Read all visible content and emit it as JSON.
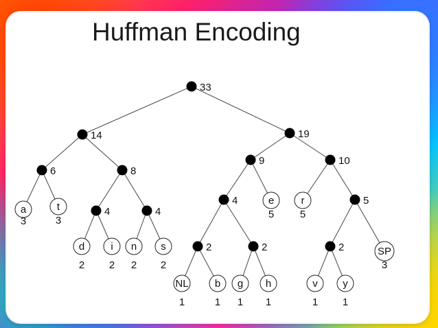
{
  "title": "Huffman Encoding",
  "tree": {
    "nodes": [
      {
        "id": "n33",
        "kind": "internal",
        "weight": "33"
      },
      {
        "id": "n14",
        "kind": "internal",
        "weight": "14"
      },
      {
        "id": "n19",
        "kind": "internal",
        "weight": "19"
      },
      {
        "id": "n6",
        "kind": "internal",
        "weight": "6"
      },
      {
        "id": "n8",
        "kind": "internal",
        "weight": "8"
      },
      {
        "id": "n9",
        "kind": "internal",
        "weight": "9"
      },
      {
        "id": "n10",
        "kind": "internal",
        "weight": "10"
      },
      {
        "id": "a",
        "kind": "leaf",
        "symbol": "a",
        "weight": "3"
      },
      {
        "id": "t",
        "kind": "leaf",
        "symbol": "t",
        "weight": "3"
      },
      {
        "id": "n4a",
        "kind": "internal",
        "weight": "4"
      },
      {
        "id": "n4b",
        "kind": "internal",
        "weight": "4"
      },
      {
        "id": "n4c",
        "kind": "internal",
        "weight": "4"
      },
      {
        "id": "e",
        "kind": "leaf",
        "symbol": "e",
        "weight": "5"
      },
      {
        "id": "r",
        "kind": "leaf",
        "symbol": "r",
        "weight": "5"
      },
      {
        "id": "n5",
        "kind": "internal",
        "weight": "5"
      },
      {
        "id": "d",
        "kind": "leaf",
        "symbol": "d",
        "weight": "2"
      },
      {
        "id": "i",
        "kind": "leaf",
        "symbol": "i",
        "weight": "2"
      },
      {
        "id": "n",
        "kind": "leaf",
        "symbol": "n",
        "weight": "2"
      },
      {
        "id": "s",
        "kind": "leaf",
        "symbol": "s",
        "weight": "2"
      },
      {
        "id": "n2a",
        "kind": "internal",
        "weight": "2"
      },
      {
        "id": "n2b",
        "kind": "internal",
        "weight": "2"
      },
      {
        "id": "n2c",
        "kind": "internal",
        "weight": "2"
      },
      {
        "id": "SP",
        "kind": "leaf",
        "symbol": "SP",
        "weight": "3"
      },
      {
        "id": "NL",
        "kind": "leaf",
        "symbol": "NL",
        "weight": "1"
      },
      {
        "id": "b",
        "kind": "leaf",
        "symbol": "b",
        "weight": "1"
      },
      {
        "id": "g",
        "kind": "leaf",
        "symbol": "g",
        "weight": "1"
      },
      {
        "id": "h",
        "kind": "leaf",
        "symbol": "h",
        "weight": "1"
      },
      {
        "id": "v",
        "kind": "leaf",
        "symbol": "v",
        "weight": "1"
      },
      {
        "id": "y",
        "kind": "leaf",
        "symbol": "y",
        "weight": "1"
      }
    ],
    "edges": [
      [
        "n33",
        "n14"
      ],
      [
        "n33",
        "n19"
      ],
      [
        "n14",
        "n6"
      ],
      [
        "n14",
        "n8"
      ],
      [
        "n19",
        "n9"
      ],
      [
        "n19",
        "n10"
      ],
      [
        "n6",
        "a"
      ],
      [
        "n6",
        "t"
      ],
      [
        "n8",
        "n4a"
      ],
      [
        "n8",
        "n4b"
      ],
      [
        "n9",
        "n4c"
      ],
      [
        "n9",
        "e"
      ],
      [
        "n10",
        "r"
      ],
      [
        "n10",
        "n5"
      ],
      [
        "n4a",
        "d"
      ],
      [
        "n4a",
        "i"
      ],
      [
        "n4b",
        "n"
      ],
      [
        "n4b",
        "s"
      ],
      [
        "n4c",
        "n2a"
      ],
      [
        "n4c",
        "n2b"
      ],
      [
        "n5",
        "n2c"
      ],
      [
        "n5",
        "SP"
      ],
      [
        "n2a",
        "NL"
      ],
      [
        "n2a",
        "b"
      ],
      [
        "n2b",
        "g"
      ],
      [
        "n2b",
        "h"
      ],
      [
        "n2c",
        "v"
      ],
      [
        "n2c",
        "y"
      ]
    ]
  }
}
